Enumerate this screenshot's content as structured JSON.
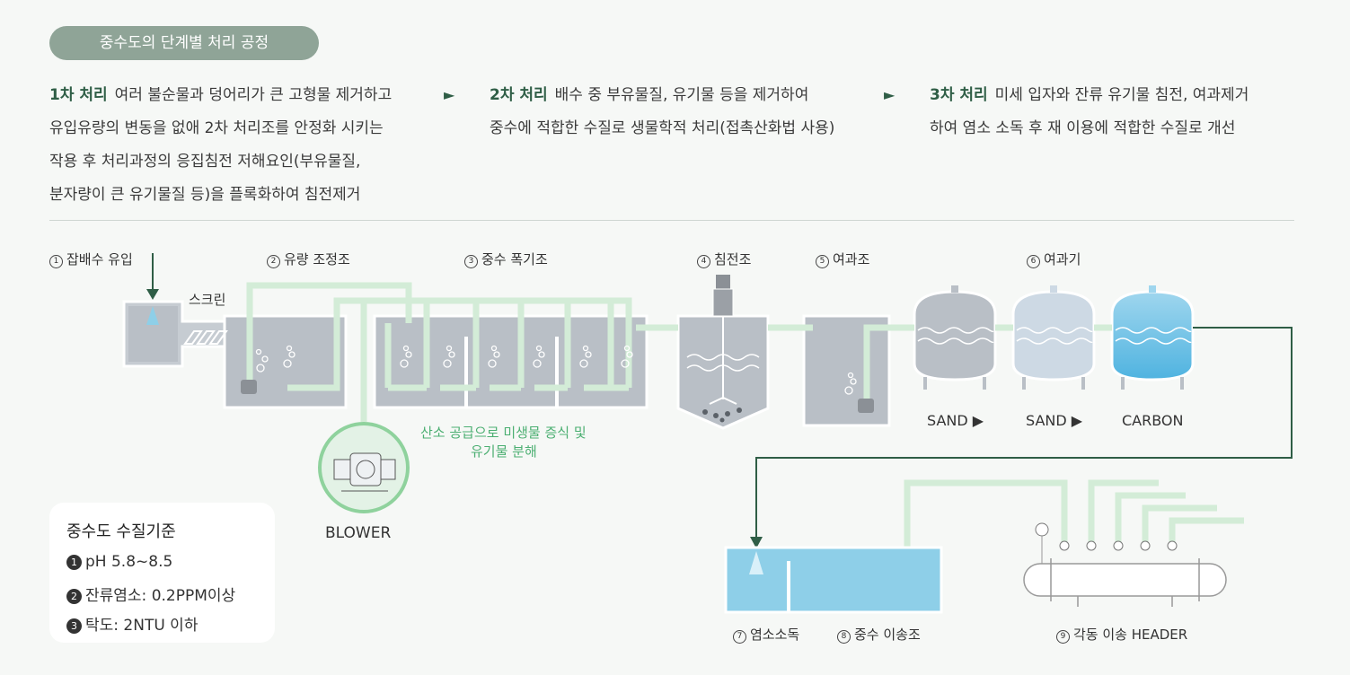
{
  "title": "중수도의 단계별 처리 공정",
  "steps": [
    {
      "head": "1차 처리",
      "lines": [
        "여러 불순물과 덩어리가 큰 고형물 제거하고",
        "유입유량의 변동을 없애 2차 처리조를 안정화 시키는",
        "작용  후  처리과정의  응집침전  저해요인(부유물질,",
        "분자량이 큰 유기물질 등)을 플록화하여 침전제거"
      ]
    },
    {
      "head": "2차 처리",
      "lines": [
        "배수 중 부유물질, 유기물 등을 제거하여",
        "중수에 적합한 수질로 생물학적 처리(접촉산화법 사용)"
      ]
    },
    {
      "head": "3차 처리",
      "lines": [
        "미세 입자와 잔류 유기물 침전, 여과제거",
        "하여 염소 소독 후 재 이용에 적합한 수질로 개선"
      ]
    }
  ],
  "arrow_glyph": "►",
  "labels": {
    "s1": {
      "num": "1",
      "text": "잡배수 유입"
    },
    "s2": {
      "num": "2",
      "text": "유량 조정조"
    },
    "s3": {
      "num": "3",
      "text": "중수 폭기조"
    },
    "s4": {
      "num": "4",
      "text": "침전조"
    },
    "s5": {
      "num": "5",
      "text": "여과조"
    },
    "s6": {
      "num": "6",
      "text": "여과기"
    },
    "s7": {
      "num": "7",
      "text": "염소소독"
    },
    "s8": {
      "num": "8",
      "text": "중수 이송조"
    },
    "s9": {
      "num": "9",
      "text": "각동 이송 HEADER"
    },
    "screen": "스크린",
    "blower": "BLOWER",
    "aeration_note": [
      "산소 공급으로 미생물 증식 및",
      "유기물 분해"
    ],
    "sand1": "SAND ▶",
    "sand2": "SAND ▶",
    "carbon": "CARBON"
  },
  "standard": {
    "title": "중수도 수질기준",
    "items": [
      {
        "num": "1",
        "text": "pH 5.8~8.5"
      },
      {
        "num": "2",
        "text": "잔류염소: 0.2PPM이상"
      },
      {
        "num": "3",
        "text": "탁도: 2NTU 이하"
      }
    ]
  },
  "colors": {
    "accent": "#2f5e46",
    "pipe": "#d3ecd7",
    "tank": "#b9bfc6",
    "water_blue": "#8ecfe8",
    "pill": "#8fa497"
  }
}
